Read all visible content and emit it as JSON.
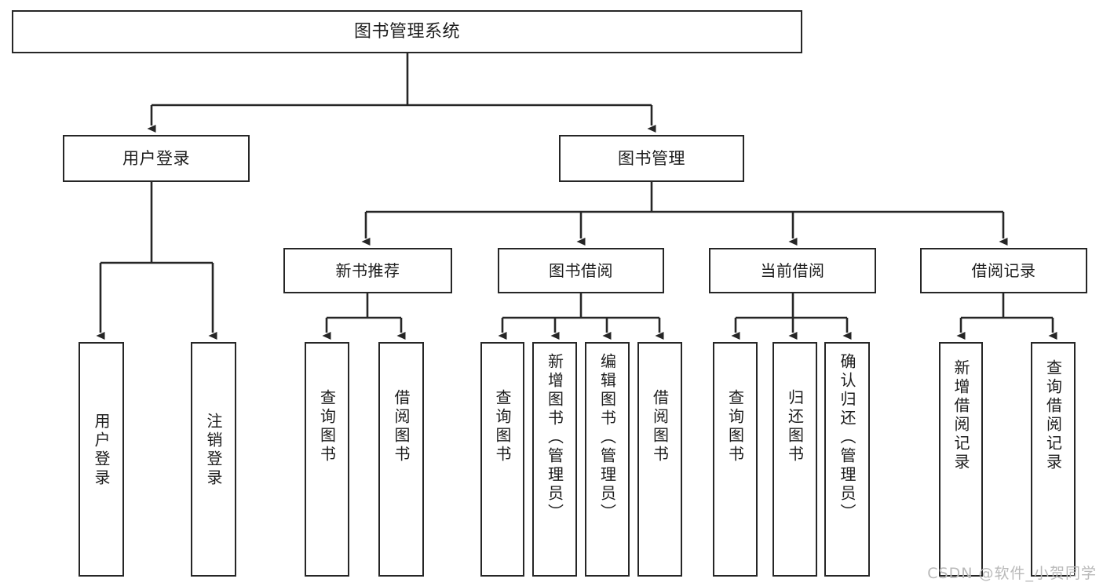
{
  "diagram": {
    "title": "图书管理系统",
    "type": "tree",
    "watermark": "CSDN @软件_小贺同学",
    "colors": {
      "border": "#262626",
      "background": "#ffffff",
      "text": "#1c1c1c",
      "watermark": "#b9b9b9"
    },
    "nodes": {
      "root": {
        "label": "图书管理系统"
      },
      "level2": [
        {
          "id": "user-login",
          "label": "用户登录"
        },
        {
          "id": "book-manage",
          "label": "图书管理"
        }
      ],
      "level3": [
        {
          "id": "new-book-rec",
          "label": "新书推荐"
        },
        {
          "id": "book-borrow",
          "label": "图书借阅"
        },
        {
          "id": "current-borrow",
          "label": "当前借阅"
        },
        {
          "id": "borrow-record",
          "label": "借阅记录"
        }
      ],
      "leaves": {
        "user_login": [
          {
            "id": "leaf-user-login",
            "label": "用户登录"
          },
          {
            "id": "leaf-user-logout",
            "label": "注销登录"
          }
        ],
        "new_book_rec": [
          {
            "id": "leaf-query-book-1",
            "label": "查询图书"
          },
          {
            "id": "leaf-borrow-book-1",
            "label": "借阅图书"
          }
        ],
        "book_borrow": [
          {
            "id": "leaf-query-book-2",
            "label": "查询图书"
          },
          {
            "id": "leaf-add-book",
            "label": "新增图书（管理员）"
          },
          {
            "id": "leaf-edit-book",
            "label": "编辑图书（管理员）"
          },
          {
            "id": "leaf-borrow-book-2",
            "label": "借阅图书"
          }
        ],
        "current_borrow": [
          {
            "id": "leaf-query-book-3",
            "label": "查询图书"
          },
          {
            "id": "leaf-return-book",
            "label": "归还图书"
          },
          {
            "id": "leaf-confirm-return",
            "label": "确认归还（管理员）"
          }
        ],
        "borrow_record": [
          {
            "id": "leaf-add-record",
            "label": "新增借阅记录"
          },
          {
            "id": "leaf-query-record",
            "label": "查询借阅记录"
          }
        ]
      }
    }
  }
}
